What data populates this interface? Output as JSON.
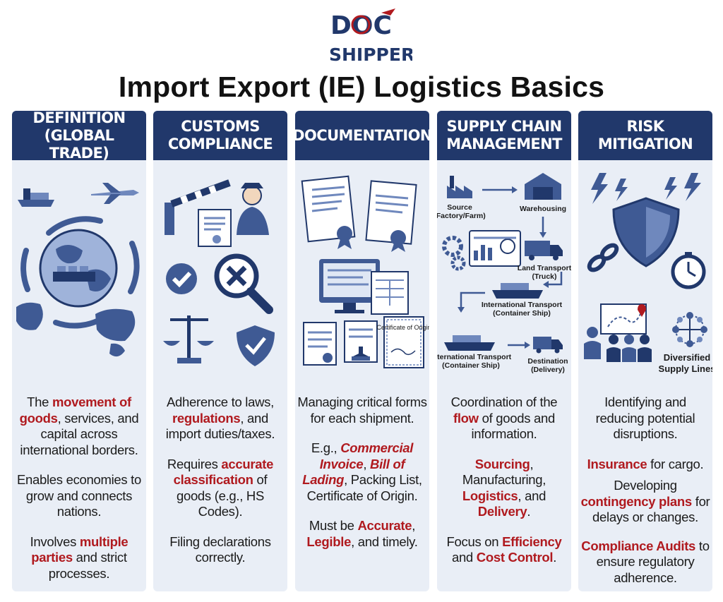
{
  "logo": {
    "brand_top": "DOC",
    "brand_bottom": "SHIPPER"
  },
  "title": "Import Export (IE) Logistics Basics",
  "colors": {
    "header_bg": "#21386b",
    "column_bg": "#e9eef6",
    "accent": "#b01a1f",
    "icon_blue": "#3f5a94"
  },
  "columns": [
    {
      "header_lines": [
        "DEFINITION",
        "(GLOBAL TRADE)"
      ],
      "icons": [
        "ship-icon",
        "airplane-icon",
        "globe-icon",
        "circular-arrows-icon"
      ],
      "paragraphs": [
        [
          "The ",
          {
            "hl": "movement of goods"
          },
          ", services, and capital across international borders."
        ],
        [
          "Enables economies to grow and connects nations."
        ],
        [
          "Involves ",
          {
            "hl": "multiple parties"
          },
          " and strict processes."
        ]
      ]
    },
    {
      "header_lines": [
        "CUSTOMS",
        "COMPLIANCE"
      ],
      "icons": [
        "barrier-gate-icon",
        "customs-officer-icon",
        "checkmark-icon",
        "magnifier-x-icon",
        "scales-icon",
        "shield-check-icon"
      ],
      "paragraphs": [
        [
          "Adherence to laws, ",
          {
            "hl": "regulations"
          },
          ", and import duties/taxes."
        ],
        [
          "Requires ",
          {
            "hl": "accurate classification"
          },
          " of goods (e.g., HS Codes)."
        ],
        [
          "Filing declarations correctly."
        ]
      ]
    },
    {
      "header_lines": [
        "DOCUMENTATION"
      ],
      "icons": [
        "document-stack-icon",
        "computer-form-icon",
        "stamp-icon"
      ],
      "certificate_label": "Certificate of Origin",
      "paragraphs": [
        [
          "Managing critical forms for each shipment."
        ],
        [
          "E.g., ",
          {
            "hli": "Commercial Invoice"
          },
          ", ",
          {
            "hli": "Bill of Lading"
          },
          ", Packing List, Certificate of Origin."
        ],
        [
          "Must be ",
          {
            "hl": "Accurate"
          },
          ", ",
          {
            "hl": "Legible"
          },
          ", and timely."
        ]
      ]
    },
    {
      "header_lines": [
        "SUPPLY CHAIN",
        "MANAGEMENT"
      ],
      "icons": [
        "factory-icon",
        "warehouse-icon",
        "gears-dashboard-icon",
        "truck-icon",
        "container-ship-icon"
      ],
      "flow_labels": {
        "source": "Source",
        "source_sub": "(Factory/Farm)",
        "warehousing": "Warehousing",
        "land": "Land Transport",
        "land_sub": "(Truck)",
        "intl1": "International Transport",
        "intl1_sub": "(Container Ship)",
        "intl2": "International Transport",
        "intl2_sub": "(Container Ship)",
        "dest": "Destination",
        "dest_sub": "(Delivery)"
      },
      "paragraphs": [
        [
          "Coordination of the ",
          {
            "hl": "flow"
          },
          " of goods and information."
        ],
        [
          {
            "hl": "Sourcing"
          },
          ", Manufacturing, ",
          {
            "hl": "Logistics"
          },
          ", and ",
          {
            "hl": "Delivery"
          },
          "."
        ],
        [
          "Focus on ",
          {
            "hl": "Efficiency"
          },
          " and ",
          {
            "hl": "Cost Control"
          },
          "."
        ]
      ]
    },
    {
      "header_lines": [
        "RISK",
        "MITIGATION"
      ],
      "icons": [
        "lightning-icon",
        "shield-icon",
        "broken-chain-icon",
        "stopwatch-icon",
        "planning-board-icon",
        "network-icon"
      ],
      "network_label_1": "Diversified",
      "network_label_2": "Supply Lines",
      "paragraphs": [
        [
          "Identifying and reducing potential disruptions."
        ],
        [
          {
            "hl": "Insurance"
          },
          " for cargo."
        ],
        [
          "Developing ",
          {
            "hl": "contingency plans"
          },
          " for delays or changes."
        ],
        [
          {
            "hl": "Compliance Audits"
          },
          " to ensure regulatory adherence."
        ]
      ]
    }
  ]
}
